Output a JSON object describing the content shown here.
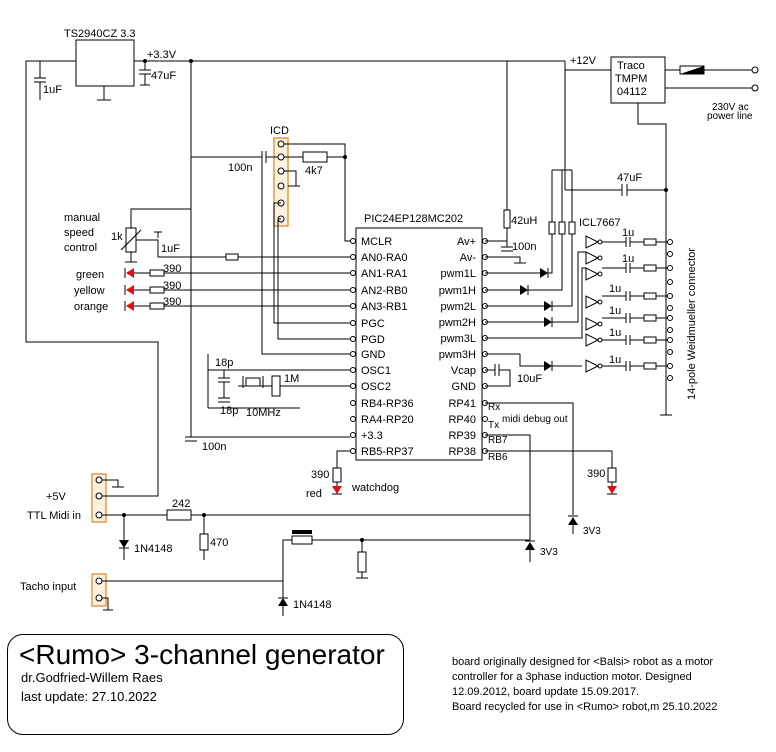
{
  "title_block": {
    "title": "<Rumo> 3-channel generator",
    "author": "dr.Godfried-Willem Raes",
    "last_update": "last update:  27.10.2022"
  },
  "notes": [
    "board originally designed for <Balsi> robot as a motor",
    "controller for a 3phase induction motor. Designed",
    "12.09.2012, board update 15.09.2017.",
    "Board recycled for use in <Rumo> robot,m 25.10.2022"
  ],
  "regulator": {
    "name": "TS2940CZ 3.3",
    "rail": "+3.3V",
    "cap_in": "1uF",
    "cap_out": "47uF"
  },
  "power": {
    "rail": "+12V",
    "module": [
      "Traco",
      "TMPM",
      "04112"
    ],
    "mains": [
      "230V ac",
      "power line"
    ],
    "cap": "47uF"
  },
  "icd": {
    "label": "ICD",
    "resistor": "4k7",
    "cap": "100n"
  },
  "mcu": {
    "name": "PIC24EP128MC202",
    "left_pins": [
      "MCLR",
      "AN0-RA0",
      "AN1-RA1",
      "AN2-RB0",
      "AN3-RB1",
      "PGC",
      "PGD",
      "GND",
      "OSC1",
      "OSC2",
      "RB4-RP36",
      "RA4-RP20",
      "+3.3",
      "RB5-RP37"
    ],
    "right_pins": [
      "Av+",
      "Av-",
      "pwm1L",
      "pwm1H",
      "pwm2L",
      "pwm2H",
      "pwm3L",
      "pwm3H",
      "Vcap",
      "GND",
      "RP41",
      "RP40",
      "RP39",
      "RP38"
    ],
    "rp_tags": [
      "Rx",
      "Tx",
      "RB7",
      "RB6"
    ]
  },
  "analog": {
    "speed_label": [
      "manual",
      "speed",
      "control"
    ],
    "pot": "1k",
    "cap": "1uF",
    "leds": [
      {
        "name": "green",
        "r": "390"
      },
      {
        "name": "yellow",
        "r": "390"
      },
      {
        "name": "orange",
        "r": "390"
      }
    ]
  },
  "misc": {
    "avplus_l": "42uH",
    "avplus_c": "100n",
    "vcap": "10uF",
    "midi_debug": "midi debug out",
    "decoupling": "100n",
    "osc_caps": [
      "18p",
      "18p"
    ],
    "osc_r": "1M",
    "crystal": "10MHz",
    "watchdog_r": "390",
    "watchdog_led": "red",
    "watchdog_label": "watchdog",
    "rb6_r": "390"
  },
  "driver": {
    "name": "ICL7667",
    "caps": [
      "1u",
      "1u",
      "1u",
      "1u",
      "1u",
      "1u"
    ],
    "connector": "14-pole Weidmueller connector"
  },
  "inputs": {
    "plus5v": "+5V",
    "midi_in": "TTL Midi in",
    "r242": "242",
    "r470": "470",
    "diode1": "1N4148",
    "diode2": "1N4148",
    "tacho": "Tacho input",
    "zener1": "3V3",
    "zener2": "3V3"
  },
  "colors": {
    "led": "#dd1111",
    "icd_header": "#e08a2a"
  }
}
